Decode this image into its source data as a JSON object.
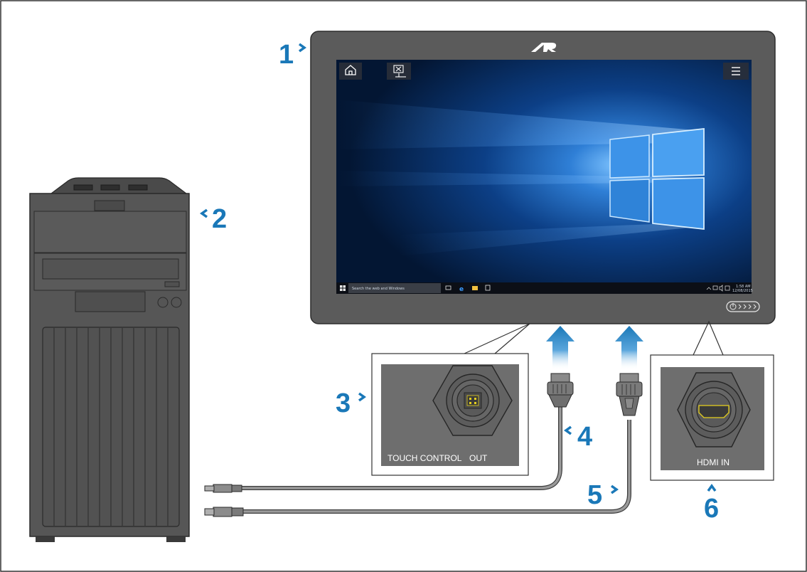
{
  "callouts": {
    "c1": "1",
    "c2": "2",
    "c3": "3",
    "c4": "4",
    "c5": "5",
    "c6": "6"
  },
  "panels": {
    "touch_control_label": "TOUCH CONTROL",
    "out_label": "OUT",
    "hdmi_in_label": "HDMI IN"
  },
  "screen": {
    "taskbar_search_placeholder": "Search the web and Windows",
    "clock_time": "1:58 AM",
    "clock_date": "12/08/2015"
  },
  "colors": {
    "callout_blue": "#1a78b8",
    "monitor_bezel": "#5a5a5a",
    "tower_body": "#545454",
    "panel_bg": "#6b6b6b",
    "cable_gray": "#8a8a8a",
    "hdmi_yellow": "#e6d01e",
    "desktop_blue": "#0a3d7a"
  }
}
